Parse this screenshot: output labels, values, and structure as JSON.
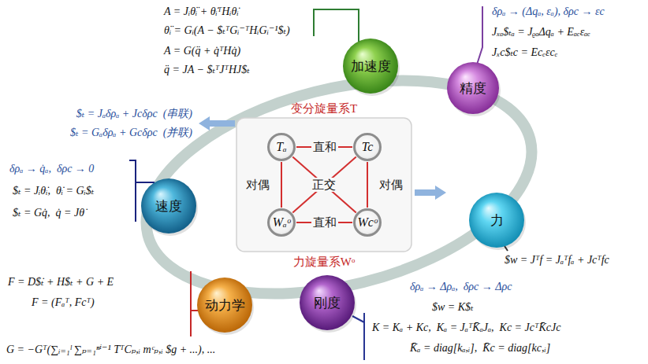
{
  "diagram": {
    "nodes": [
      {
        "text": [
          "加速度"
        ]
      },
      {
        "text": [
          "精度"
        ]
      },
      {
        "text": [
          "Tₐ"
        ]
      },
      {
        "text": [
          "Tc"
        ]
      },
      {
        "text": [
          "速度"
        ]
      },
      {
        "text": [
          "Wₐᵒ"
        ]
      },
      {
        "text": [
          "Wcᵒ"
        ]
      },
      {
        "text": [
          "力"
        ]
      },
      {
        "text": [
          "动力学"
        ]
      },
      {
        "text": [
          "刚度"
        ]
      }
    ],
    "edges": [
      {
        "from": 2,
        "to": 3,
        "label": "直和",
        "arrow": "none"
      },
      {
        "from": 2,
        "to": 5,
        "label": "对偶",
        "arrow": "none"
      },
      {
        "from": 3,
        "to": 6,
        "label": "对偶",
        "arrow": "none"
      },
      {
        "from": 5,
        "to": 6,
        "label": "直和",
        "arrow": "none"
      },
      {
        "from": 2,
        "to": 6,
        "arrow": "none"
      },
      {
        "from": 3,
        "to": 5,
        "arrow": "none"
      }
    ],
    "labels": [
      "A = Jᵢθ̈ᵢ + θ̇ᵢᵀHᵢθ̇ᵢ",
      "θ̈ᵢ = Gᵢ(A − $ₜᵀGᵢ⁻ᵀHᵢGᵢ⁻¹$ₜ)",
      "A = G(q̈ + q̇ᵀHq̇)",
      "q̈ = JA − $ₜᵀJᵀHJ$ₜ",
      "δρₐ → (Δqₐ, εₐ), δρc → εc",
      "Jₓₐ$ₜₐ = JᵨₐΔqₐ + Eₐₑεₐₑ",
      "Jₓc$ₜc = Ecₑεcₑ",
      "变分旋量系T",
      "$ₜ = Jₐδρₐ + Jcδρc  (串联)",
      "$ₜ = Gₐδρₐ + Gcδρc  (并联)",
      "正交",
      "δρₐ → q̇ₐ,  δρc → 0",
      "$ₜ = Jᵢθ̇ᵢ,  θ̇ᵢ = Gᵢ$ₜ",
      "$ₜ = Gq̇,  q̇ = Jθ̇",
      "$w = Jᵀf = Jₐᵀfₐ + Jcᵀfc",
      "力旋量系Wᵒ",
      "F = D$̇ₜ + H$ₜ + G + E",
      "F = (Fₐᵀ, Fcᵀ)",
      "G = −Gᵀ(∑ᵢ₌₁ˡ ∑ₚ₌₁ⁿⁱ⁻¹ TᵀCₚ,ᵢ mᶜₚ,ᵢ $g + ...), ...",
      "δρₐ → Δρₐ,  δρc → Δρc",
      "$w = K$ₜ",
      "K = Kₐ + Kc,  Kₐ = JₐᵀK̄ₐJₐ,  Kc = JcᵀK̄cJc",
      "K̄ₐ = diag[kₐ,ᵢ],  K̄c = diag[kc,ᵢ]"
    ]
  }
}
